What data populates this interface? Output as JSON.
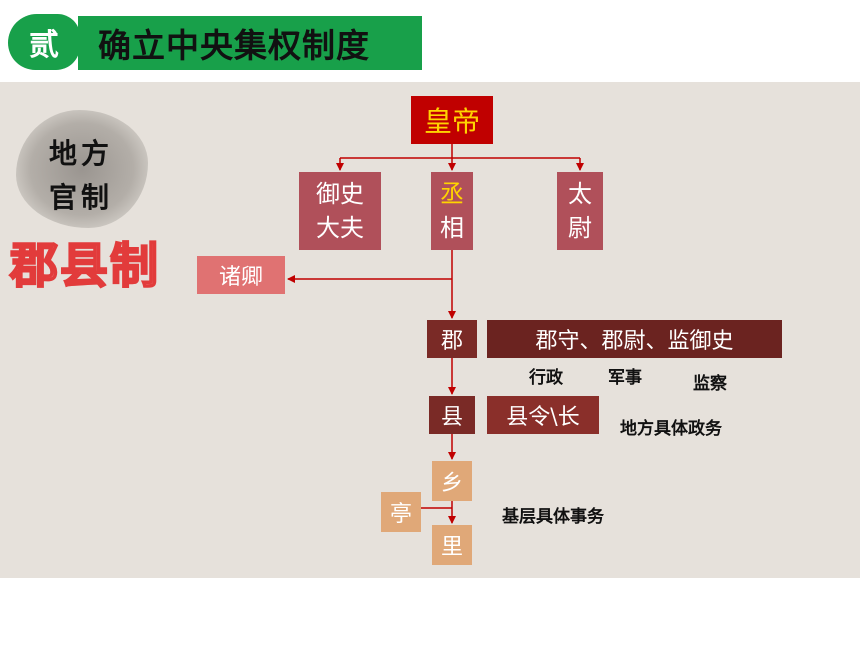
{
  "header": {
    "badge": "贰",
    "title": "确立中央集权制度"
  },
  "left": {
    "bubble_line1": "地方",
    "bubble_line2": "官制",
    "big_title": "郡县制"
  },
  "chart": {
    "emperor": "皇帝",
    "yushi": "御史大夫",
    "chengxiang_1": "丞",
    "chengxiang_2": "相",
    "taiwei": "太尉",
    "zhuqing": "诸卿",
    "jun": "郡",
    "jun_officials": "郡守、郡尉、监御史",
    "xian": "县",
    "xian_officials": "县令\\长",
    "xiang": "乡",
    "ting": "亭",
    "li": "里"
  },
  "labels": {
    "xingzheng": "行政",
    "junshi": "军事",
    "jiancha": "监察",
    "local_affairs": "地方具体政务",
    "grassroots_affairs": "基层具体事务"
  },
  "colors": {
    "green": "#18a04a",
    "emperor_bg": "#c00000",
    "emperor_text": "#ffd400",
    "official_bg": "#b0505a",
    "dark_red": "#7a2a26",
    "light_orange": "#e0a878",
    "line": "#c00000"
  }
}
